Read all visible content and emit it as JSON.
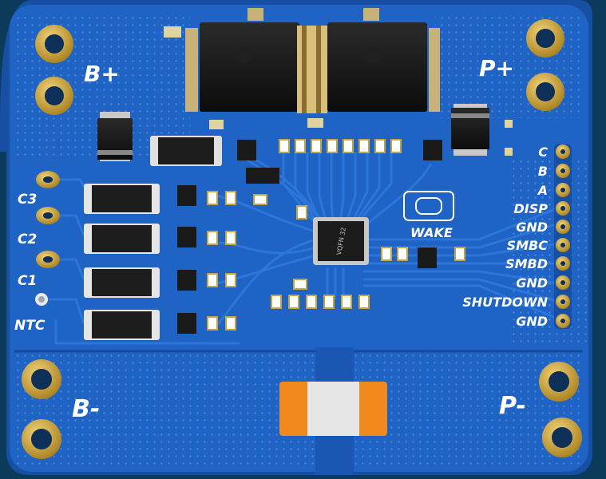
{
  "board": {
    "colors": {
      "background": "#0b3a5a",
      "pcb": "#1f63c4",
      "pcb_edge": "#174fa3",
      "copper_gold": "#c8a43a",
      "silkscreen": "#ffffff",
      "component_body": "#1a1a1a",
      "resistor_orange": "#f08a1c"
    },
    "corner_labels": {
      "b_plus": "B+",
      "p_plus": "P+",
      "b_minus": "B-",
      "p_minus": "P-"
    },
    "left_labels": [
      "C3",
      "C2",
      "C1",
      "NTC"
    ],
    "right_labels": [
      "C",
      "B",
      "A",
      "DISP",
      "GND",
      "SMBC",
      "SMBD",
      "GND",
      "SHUTDOWN",
      "GND"
    ],
    "button_label": "WAKE",
    "chip_text": "VQFN 32",
    "icons": {
      "mounting_hole": "mounting-hole-icon",
      "header_pad": "header-pad-icon",
      "wake_button": "push-button-icon",
      "ntc_sensor": "thermistor-icon"
    }
  }
}
